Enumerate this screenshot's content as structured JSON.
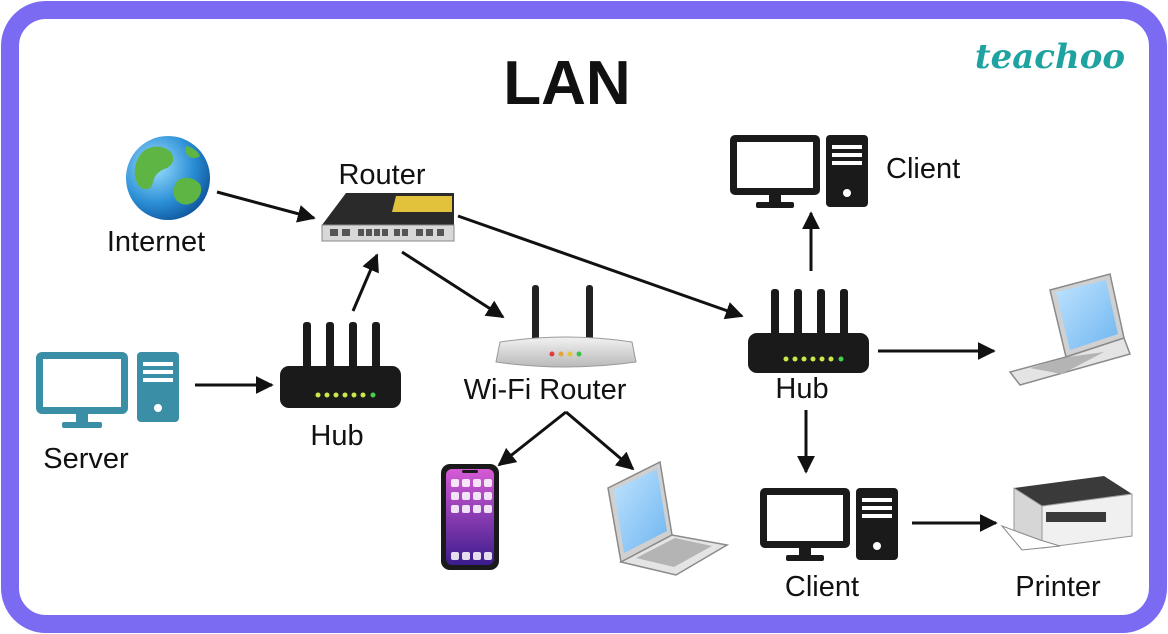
{
  "title": "LAN",
  "brand": "teachoo",
  "colors": {
    "frame": "#7B6BF2",
    "title": "#E0455A",
    "brand": "#1FA3A0",
    "server": "#3A8FA6",
    "line": "#111111"
  },
  "nodes": {
    "internet": {
      "label": "Internet",
      "icon": "globe-icon"
    },
    "router": {
      "label": "Router",
      "icon": "rack-router-icon"
    },
    "server": {
      "label": "Server",
      "icon": "server-computer-icon"
    },
    "hub_left": {
      "label": "Hub",
      "icon": "hub-icon"
    },
    "wifi_router": {
      "label": "Wi-Fi Router",
      "icon": "wifi-router-icon"
    },
    "hub_right": {
      "label": "Hub",
      "icon": "hub-icon"
    },
    "client_top": {
      "label": "Client",
      "icon": "desktop-computer-icon"
    },
    "client_bottom": {
      "label": "Client",
      "icon": "desktop-computer-icon"
    },
    "printer": {
      "label": "Printer",
      "icon": "printer-icon"
    },
    "phone": {
      "icon": "smartphone-icon"
    },
    "laptop_wifi": {
      "icon": "laptop-icon"
    },
    "laptop_hub": {
      "icon": "laptop-icon"
    }
  }
}
